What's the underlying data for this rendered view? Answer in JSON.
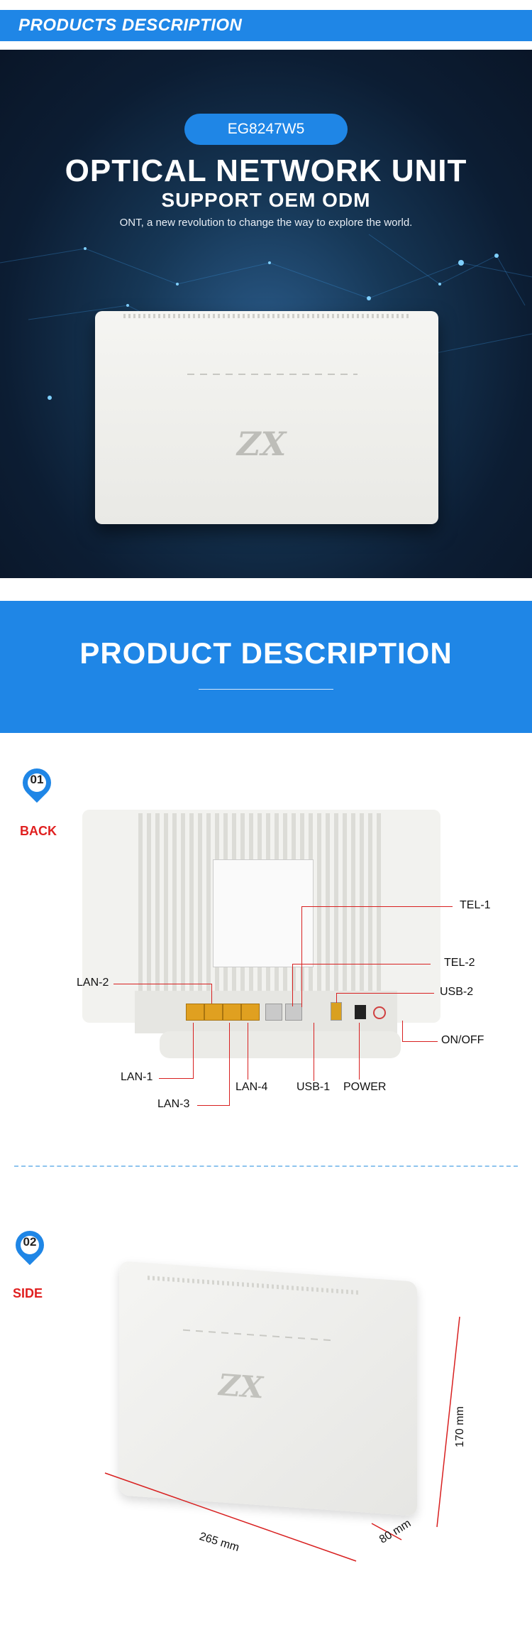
{
  "header": {
    "title": "PRODUCTS DESCRIPTION"
  },
  "hero": {
    "model": "EG8247W5",
    "title": "OPTICAL NETWORK UNIT",
    "subtitle": "SUPPORT OEM ODM",
    "tagline": "ONT, a new revolution to change the way to explore the world.",
    "logo_text": "ZX"
  },
  "banner": {
    "title": "PRODUCT DESCRIPTION"
  },
  "section1": {
    "number": "01",
    "label": "BACK",
    "ports": {
      "tel1": "TEL-1",
      "tel2": "TEL-2",
      "usb2": "USB-2",
      "onoff": "ON/OFF",
      "lan2": "LAN-2",
      "lan1": "LAN-1",
      "lan3": "LAN-3",
      "lan4": "LAN-4",
      "usb1": "USB-1",
      "power": "POWER"
    }
  },
  "section2": {
    "number": "02",
    "label": "SIDE",
    "logo_text": "ZX",
    "dimensions": {
      "width": "265 mm",
      "depth": "80 mm",
      "height": "170 mm"
    }
  },
  "colors": {
    "accent": "#1f86e6",
    "label_red": "#e02020",
    "callout_line": "#d82020"
  }
}
